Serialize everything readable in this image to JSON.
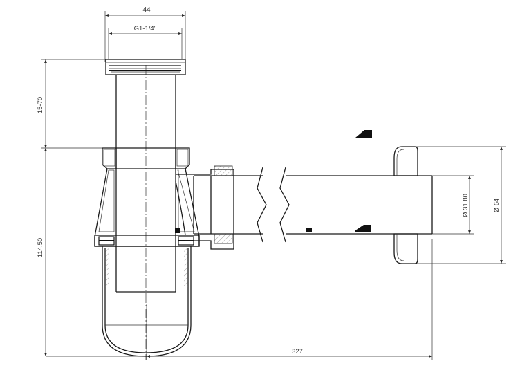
{
  "dimensions": {
    "top_width": "44",
    "thread_size": "G1-1/4''",
    "adjust_range": "15-70",
    "trap_height": "114.50",
    "overall_length": "327",
    "pipe_diameter": "Ø 31.80",
    "flange_diameter": "Ø 64"
  }
}
